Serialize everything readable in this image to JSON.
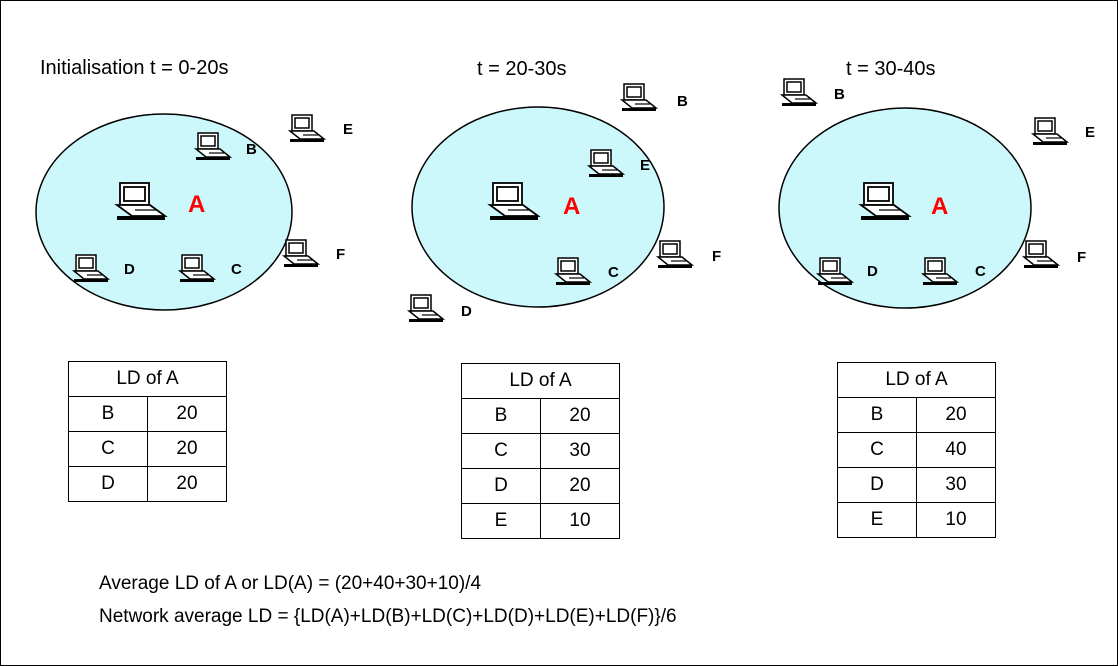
{
  "panels": [
    {
      "title": "Initialisation t = 0-20s",
      "nodes": [
        {
          "label": "A",
          "role": "center"
        },
        {
          "label": "B"
        },
        {
          "label": "C"
        },
        {
          "label": "D"
        },
        {
          "label": "E"
        },
        {
          "label": "F"
        }
      ],
      "table": {
        "header": "LD of A",
        "rows": [
          [
            "B",
            "20"
          ],
          [
            "C",
            "20"
          ],
          [
            "D",
            "20"
          ]
        ]
      }
    },
    {
      "title": "t = 20-30s",
      "nodes": [
        {
          "label": "A",
          "role": "center"
        },
        {
          "label": "B"
        },
        {
          "label": "C"
        },
        {
          "label": "D"
        },
        {
          "label": "E"
        },
        {
          "label": "F"
        }
      ],
      "table": {
        "header": "LD of A",
        "rows": [
          [
            "B",
            "20"
          ],
          [
            "C",
            "30"
          ],
          [
            "D",
            "20"
          ],
          [
            "E",
            "10"
          ]
        ]
      }
    },
    {
      "title": "t = 30-40s",
      "nodes": [
        {
          "label": "A",
          "role": "center"
        },
        {
          "label": "B"
        },
        {
          "label": "C"
        },
        {
          "label": "D"
        },
        {
          "label": "E"
        },
        {
          "label": "F"
        }
      ],
      "table": {
        "header": "LD of A",
        "rows": [
          [
            "B",
            "20"
          ],
          [
            "C",
            "40"
          ],
          [
            "D",
            "30"
          ],
          [
            "E",
            "10"
          ]
        ]
      }
    }
  ],
  "formulas": {
    "average": "Average LD of A or LD(A) = (20+40+30+10)/4",
    "network": "Network average LD = {LD(A)+LD(B)+LD(C)+LD(D)+LD(E)+LD(F)}/6"
  },
  "colors": {
    "range_fill": "#ccf7fb",
    "center_label": "#ff0000",
    "node_label": "#000000"
  },
  "icons": {
    "node": "laptop-icon"
  }
}
